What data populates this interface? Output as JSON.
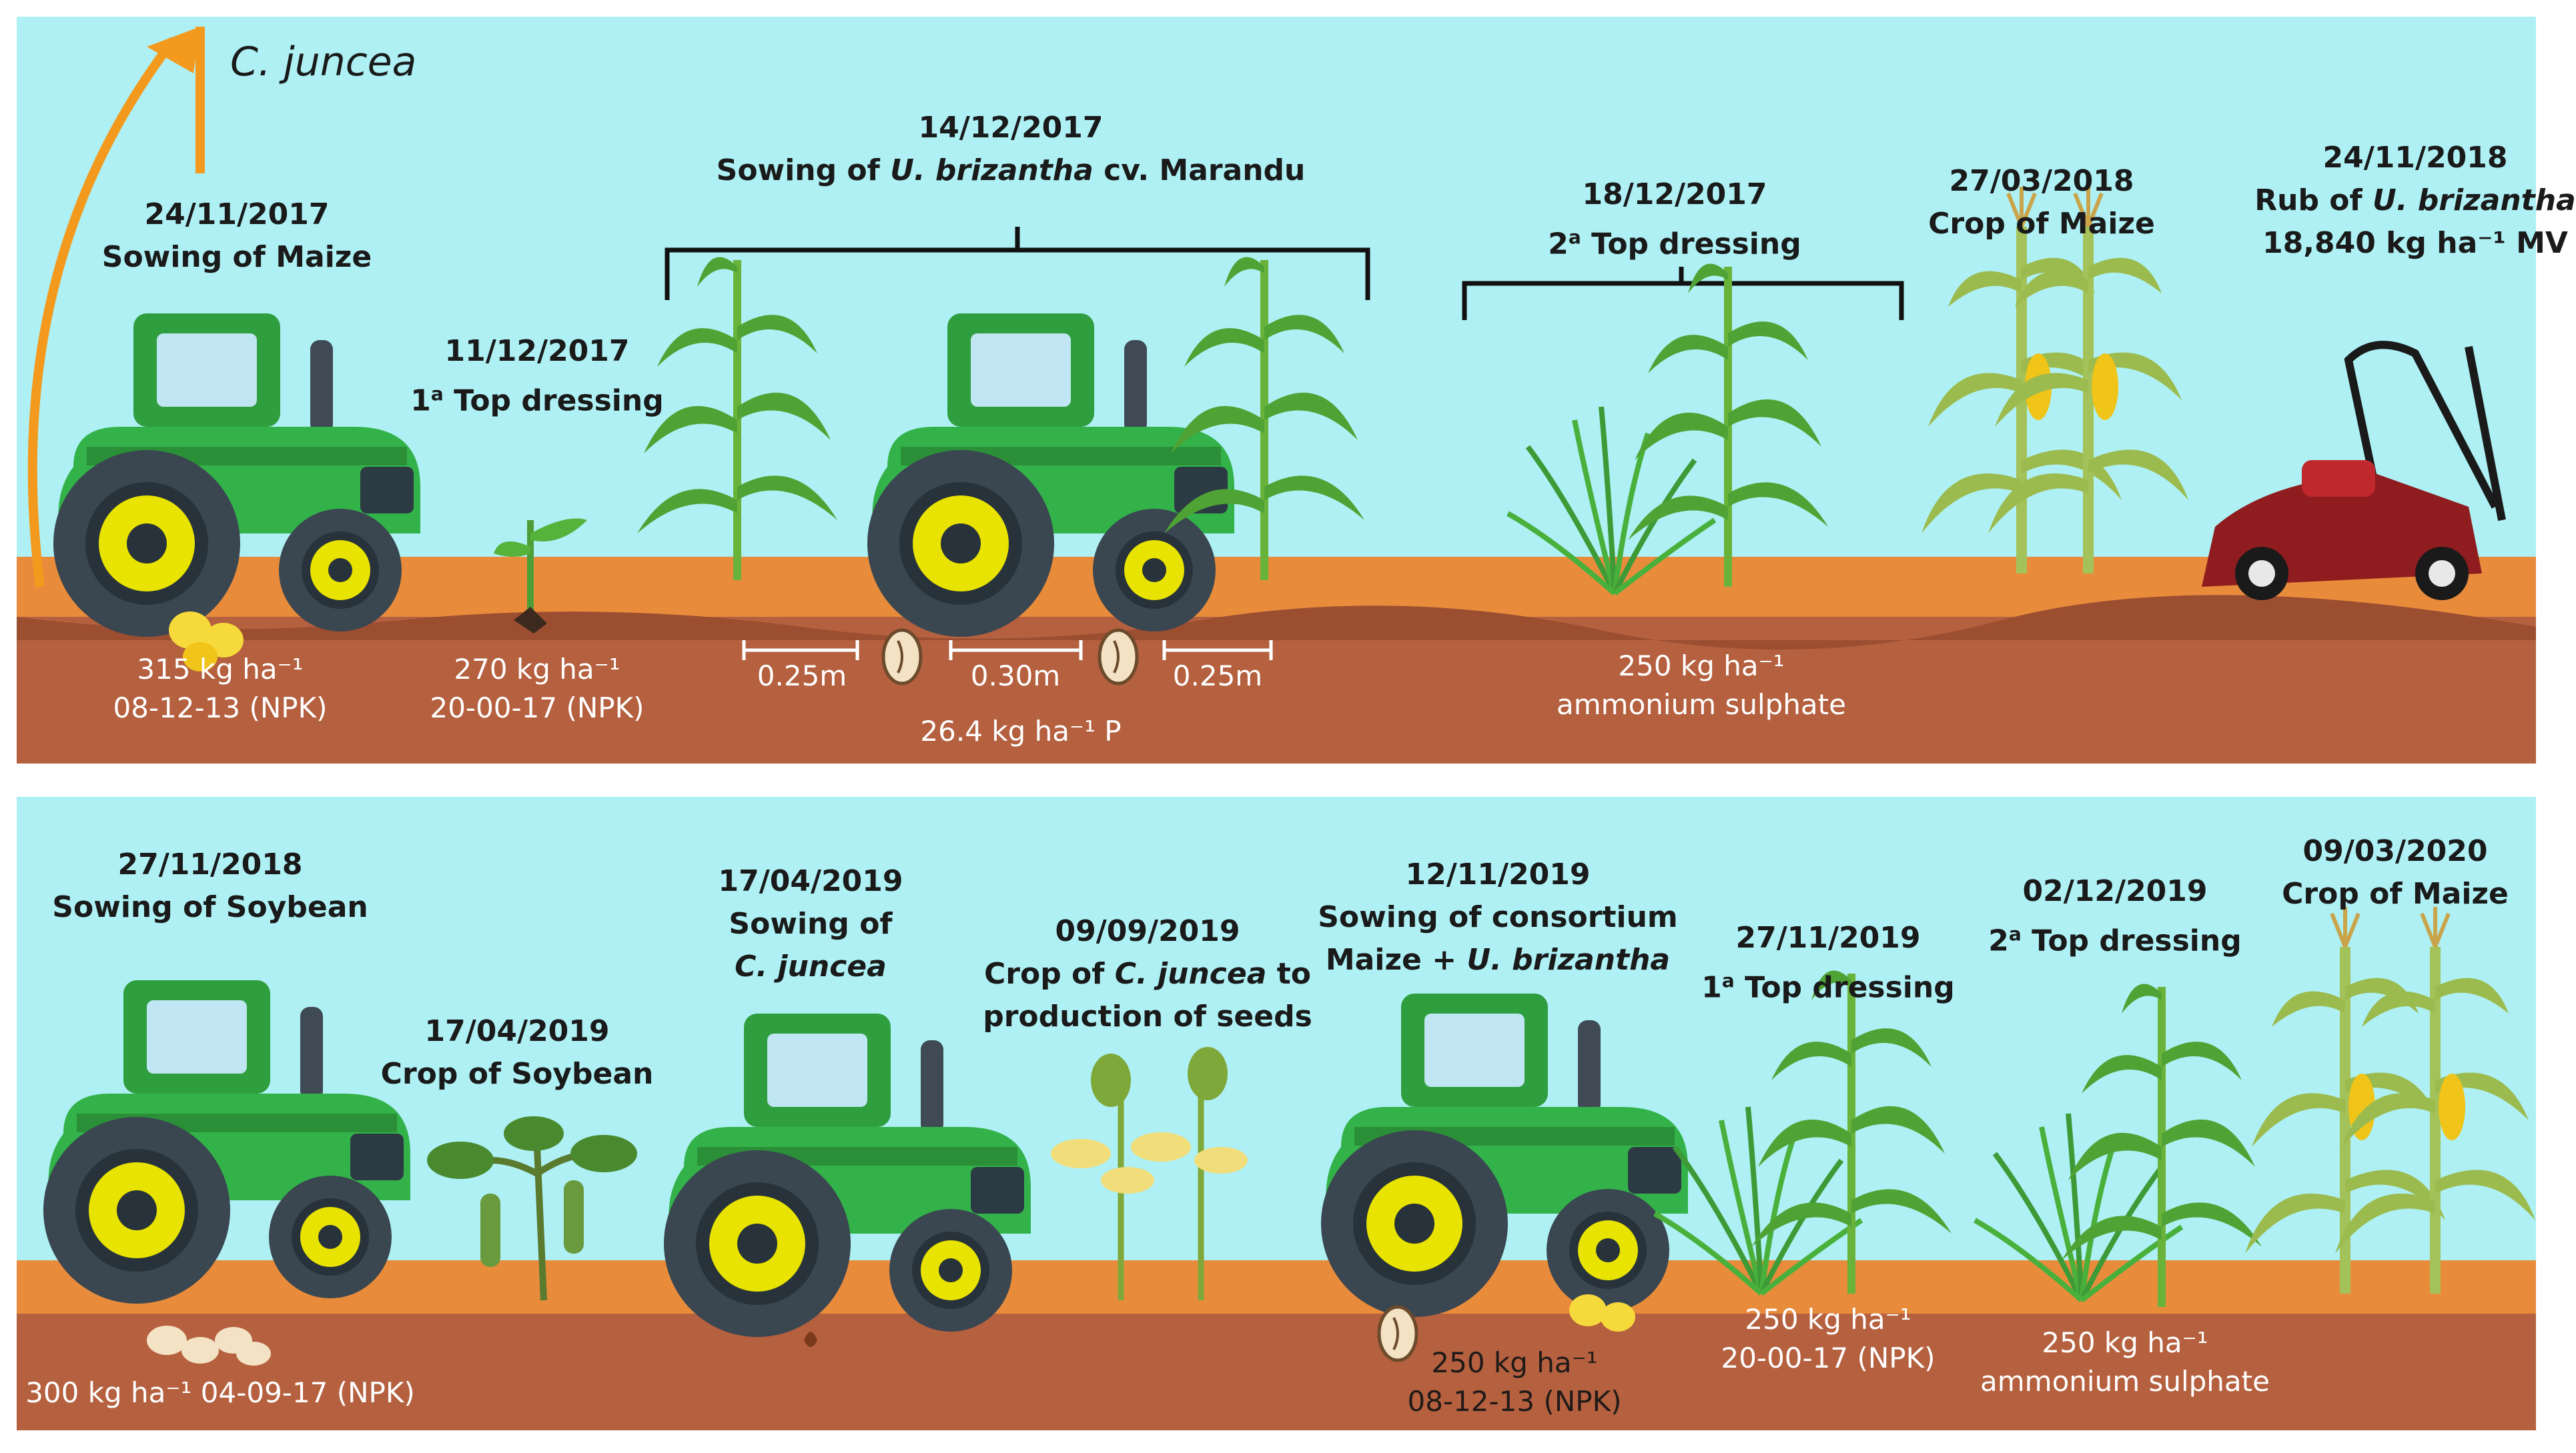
{
  "panel1": {
    "crop_top_label": "C. juncea",
    "e1": {
      "date": "24/11/2017",
      "title": "Sowing of Maize",
      "rate": "315 kg ha⁻¹",
      "product": "08-12-13 (NPK)"
    },
    "e2": {
      "date": "11/12/2017",
      "sup": "a",
      "title_pre": "1",
      "title_post": " Top dressing",
      "rate": "270 kg ha⁻¹",
      "product": "20-00-17 (NPK)"
    },
    "e3": {
      "date": "14/12/2017",
      "title_pre": "Sowing of ",
      "title_it": "U. brizantha",
      "title_post": " cv. Marandu",
      "sp1": "0.25m",
      "sp2": "0.30m",
      "sp3": "0.25m",
      "rate": "26.4 kg ha⁻¹  P"
    },
    "e4": {
      "date": "18/12/2017",
      "title_pre": "2",
      "sup": "a",
      "title_post": " Top dressing",
      "rate": "250 kg ha⁻¹",
      "product": "ammonium sulphate"
    },
    "e5": {
      "date": "27/03/2018",
      "title": "Crop of Maize"
    },
    "e6": {
      "date": "24/11/2018",
      "title_pre": "Rub  of ",
      "title_it": "U. brizantha",
      "line3": "18,840 kg ha⁻¹ MV"
    }
  },
  "panel2": {
    "f1": {
      "date": "27/11/2018",
      "title": "Sowing of Soybean",
      "rate_product": "300 kg ha⁻¹  04-09-17 (NPK)"
    },
    "f2": {
      "date": "17/04/2019",
      "title": "Crop of Soybean"
    },
    "f3": {
      "date": "17/04/2019",
      "line2": "Sowing of",
      "line3": "C. juncea"
    },
    "f4": {
      "date": "09/09/2019",
      "title_pre": "Crop  of ",
      "title_it": "C. juncea",
      "title_post": " to",
      "line3": "production of seeds"
    },
    "f5": {
      "date": "12/11/2019",
      "line2": "Sowing of consortium",
      "line3_pre": "Maize + ",
      "line3_it": "U. brizantha",
      "rate": "250 kg ha⁻¹",
      "product": "08-12-13 (NPK)"
    },
    "f6": {
      "date": "27/11/2019",
      "title_pre": "1",
      "sup": "a",
      "title_post": " Top dressing",
      "rate": "250 kg ha⁻¹",
      "product": "20-00-17 (NPK)"
    },
    "f7": {
      "date": "02/12/2019",
      "title_pre": "2",
      "sup": "a",
      "title_post": " Top dressing",
      "rate": "250 kg ha⁻¹",
      "product": "ammonium sulphate"
    },
    "f8": {
      "date": "09/03/2020",
      "title": "Crop of Maize"
    }
  },
  "colors": {
    "sky": "#aef0f4",
    "soil": "#b5603f",
    "straw": "#e88c3c",
    "tractor": "#28a745",
    "arrow": "#f39a1e"
  }
}
